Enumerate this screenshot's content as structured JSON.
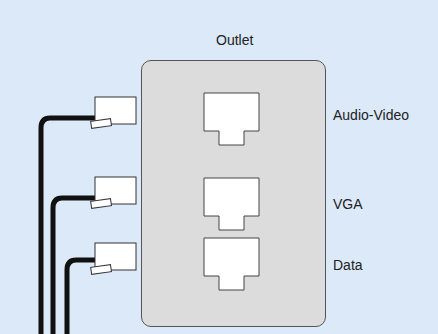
{
  "diagram": {
    "nodes": [
      {
        "text": [
          "Outlet"
        ]
      }
    ],
    "labels": [
      "Audio-Video",
      "VGA",
      "Data"
    ]
  }
}
